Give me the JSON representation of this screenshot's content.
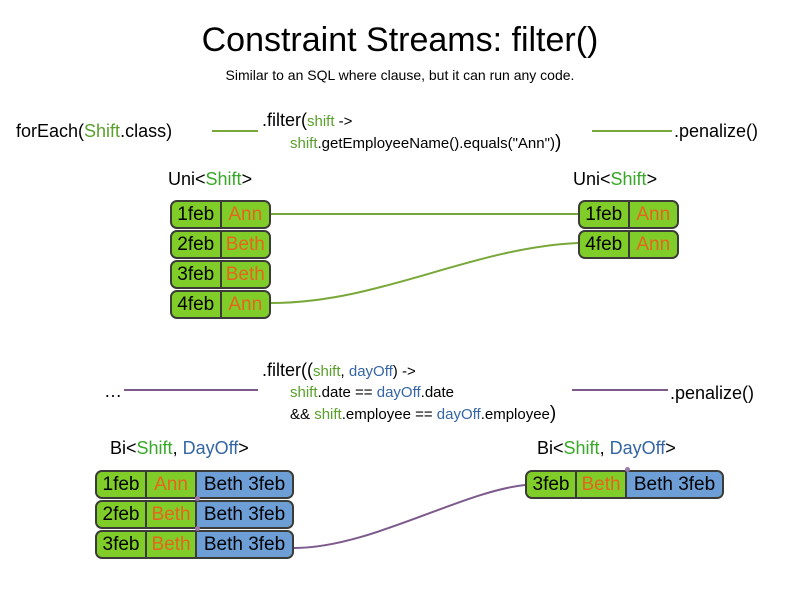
{
  "slide": {
    "title": "Constraint Streams: filter()",
    "subtitle": "Similar to an SQL where clause, but it can run any code."
  },
  "colors": {
    "green_token": "#5aa02c",
    "blue_token": "#3465a4",
    "card_green": "#80cc28",
    "card_blue": "#6d9ed6",
    "name_orange": "#e8641c",
    "connector_green": "#79a83a",
    "connector_purple": "#7d5a8c",
    "card_border": "#3b3b38"
  },
  "uni_section": {
    "source_label": {
      "prefix": "forEach(",
      "type": "Shift",
      "suffix": ".class)"
    },
    "filter_code": {
      "line1_prefix": ".filter(",
      "line1_param": "shift",
      "line1_suffix": " ->",
      "line2_param": "shift",
      "line2_rest": ".getEmployeeName().equals(\"Ann\")",
      "line2_close": ")"
    },
    "penalize_label": ".penalize()",
    "input_stack": {
      "type_label": {
        "prefix": "Uni<",
        "type1": "Shift",
        "suffix": ">"
      },
      "rows": [
        {
          "date": "1feb",
          "name": "Ann"
        },
        {
          "date": "2feb",
          "name": "Beth"
        },
        {
          "date": "3feb",
          "name": "Beth"
        },
        {
          "date": "4feb",
          "name": "Ann"
        }
      ]
    },
    "output_stack": {
      "type_label": {
        "prefix": "Uni<",
        "type1": "Shift",
        "suffix": ">"
      },
      "rows": [
        {
          "date": "1feb",
          "name": "Ann"
        },
        {
          "date": "4feb",
          "name": "Ann"
        }
      ]
    }
  },
  "bi_section": {
    "source_label": "…",
    "filter_code": {
      "line1_prefix": ".filter((",
      "line1_param1": "shift",
      "line1_comma": ", ",
      "line1_param2": "dayOff",
      "line1_suffix": ") ->",
      "line2_param1": "shift",
      "line2_mid": ".date == ",
      "line2_param2": "dayOff",
      "line2_rest": ".date",
      "line3_amp": "&& ",
      "line3_param1": "shift",
      "line3_mid": ".employee == ",
      "line3_param2": "dayOff",
      "line3_rest": ".employee",
      "line3_close": ")"
    },
    "penalize_label": ".penalize()",
    "input_stack": {
      "type_label": {
        "prefix": "Bi<",
        "type1": "Shift",
        "comma": ", ",
        "type2": "DayOff",
        "suffix": ">"
      },
      "rows": [
        {
          "date": "1feb",
          "name": "Ann",
          "dayoff": "Beth 3feb"
        },
        {
          "date": "2feb",
          "name": "Beth",
          "dayoff": "Beth 3feb"
        },
        {
          "date": "3feb",
          "name": "Beth",
          "dayoff": "Beth 3feb"
        }
      ]
    },
    "output_stack": {
      "type_label": {
        "prefix": "Bi<",
        "type1": "Shift",
        "comma": ", ",
        "type2": "DayOff",
        "suffix": ">"
      },
      "rows": [
        {
          "date": "3feb",
          "name": "Beth",
          "dayoff": "Beth 3feb"
        }
      ]
    }
  }
}
